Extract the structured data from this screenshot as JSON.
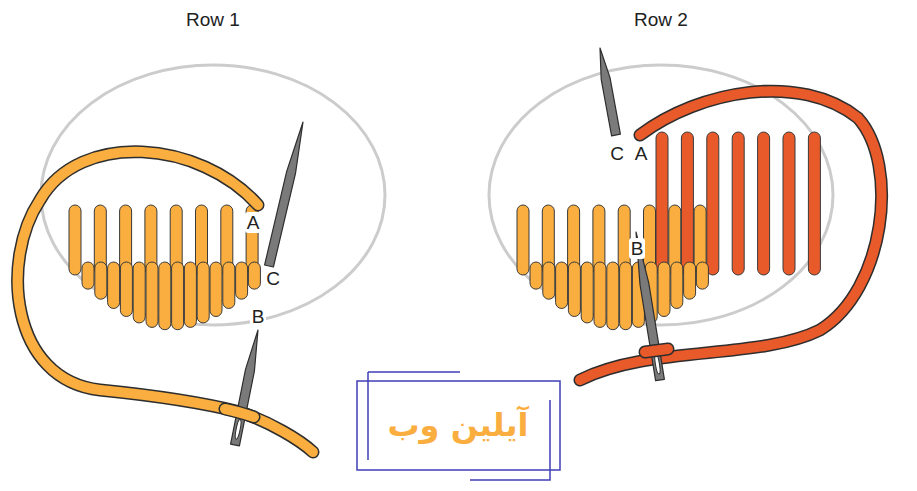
{
  "diagram": {
    "labels": [
      "Row 1",
      "A",
      "C",
      "B",
      "Row 2",
      "C",
      "A",
      "B",
      "آیلین وب"
    ]
  }
}
